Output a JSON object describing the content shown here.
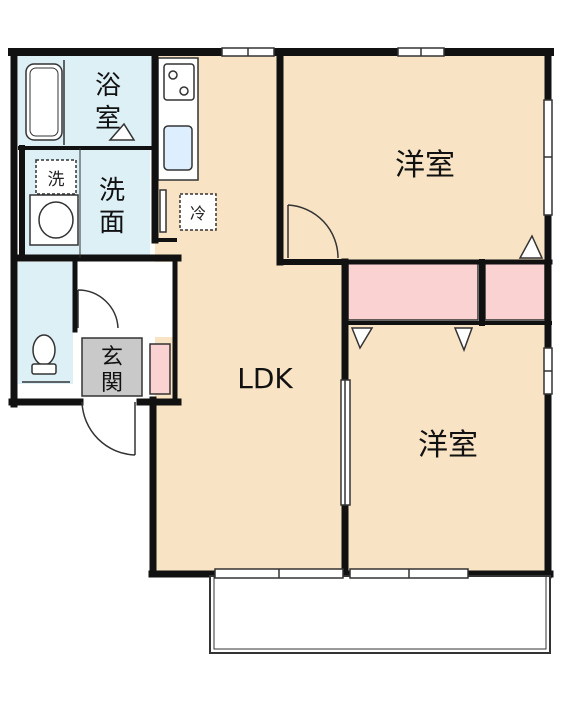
{
  "labels": {
    "bath_1": "浴",
    "bath_2": "室",
    "wash_1": "洗",
    "wash_2": "面",
    "washer": "洗",
    "fridge": "冷",
    "entry_1": "玄",
    "entry_2": "関",
    "ldk": "LDK",
    "western_room_1": "洋室",
    "western_room_2": "洋室"
  },
  "colors": {
    "wall": "#111111",
    "ldk_floor": "#f8e3c4",
    "room_floor": "#f8e3c4",
    "wet_area_floor": "#ddf0f6",
    "entrance_floor": "#c9c9c9",
    "closet_floor": "#fad2d2",
    "outline": "#333333",
    "door": "#333333"
  }
}
